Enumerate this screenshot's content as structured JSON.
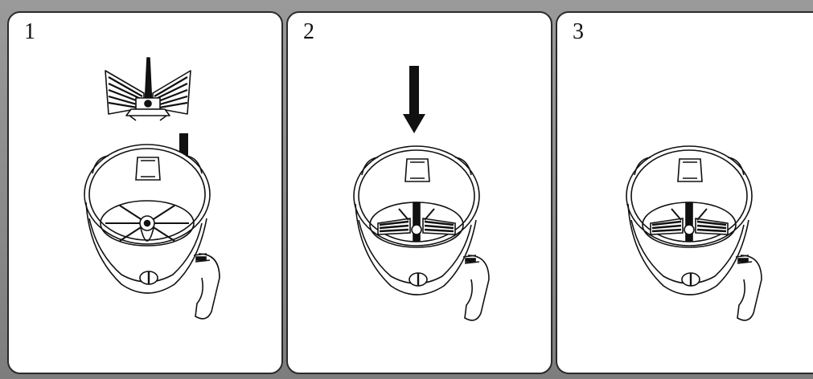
{
  "steps": [
    {
      "number": "1",
      "arrow": "down-arrow",
      "blade_attachment": "whisk-attachment"
    },
    {
      "number": "2",
      "arrow": "down-arrow",
      "blade_attachment": "whisk-attachment-installed"
    },
    {
      "number": "3",
      "blade_attachment": "whisk-attachment-installed"
    }
  ],
  "colors": {
    "background_strip": "#8a8a8a",
    "panel_fill": "#ffffff",
    "line_art": "#111111"
  }
}
